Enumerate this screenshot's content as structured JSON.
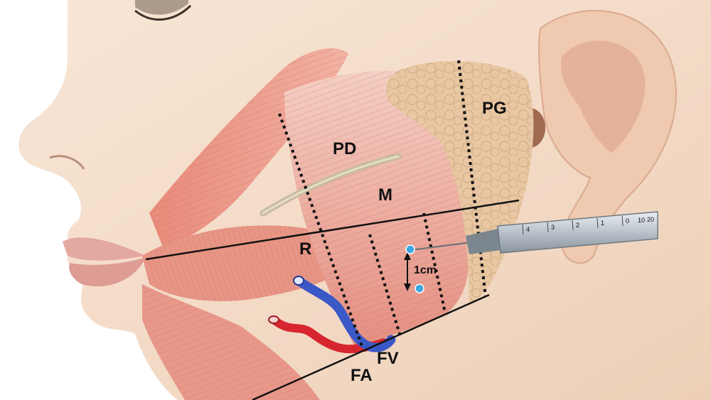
{
  "labels": {
    "pg": "PG",
    "pd": "PD",
    "m": "M",
    "r": "R",
    "fa": "FA",
    "fv": "FV",
    "distance": "1cm"
  },
  "syringe": {
    "scale": [
      "4",
      "3",
      "2",
      "1",
      "0",
      "10",
      "20"
    ]
  },
  "colors": {
    "skin": "#f3d9c4",
    "muscle": "#e58f80",
    "parotid": "#e6c29c",
    "artery": "#d7262f",
    "vein": "#3b58c7",
    "injection_point": "#3aa7e0"
  }
}
